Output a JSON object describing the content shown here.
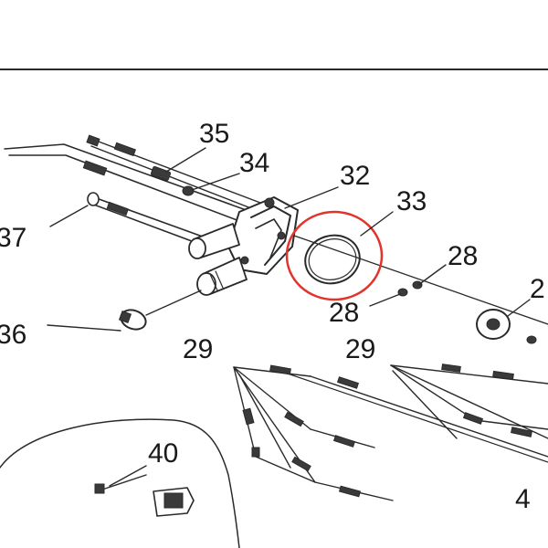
{
  "diagram": {
    "highlight_color": "#e0342c",
    "callouts": {
      "c35": "35",
      "c34": "34",
      "c32": "32",
      "c33": "33",
      "c37": "37",
      "c28a": "28",
      "c28b": "28",
      "c2": "2",
      "c36": "36",
      "c29a": "29",
      "c29b": "29",
      "c40": "40",
      "c4": "4"
    }
  }
}
